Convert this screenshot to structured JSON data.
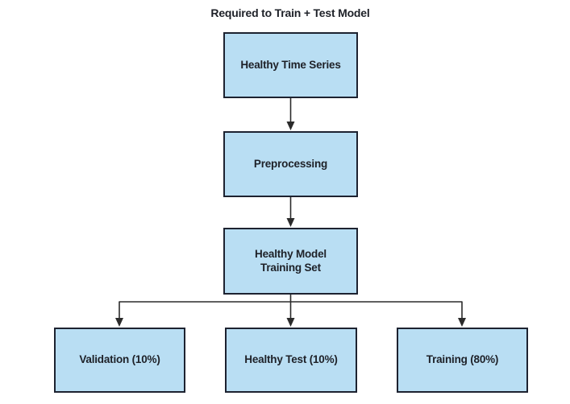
{
  "diagram": {
    "title": "Required to Train + Test Model",
    "nodes": [
      {
        "id": "healthy-time-series",
        "label": "Healthy Time Series"
      },
      {
        "id": "preprocessing",
        "label": "Preprocessing"
      },
      {
        "id": "healthy-model-training-set",
        "label": "Healthy Model\nTraining Set"
      },
      {
        "id": "validation",
        "label": "Validation (10%)"
      },
      {
        "id": "healthy-test",
        "label": "Healthy Test (10%)"
      },
      {
        "id": "training",
        "label": "Training (80%)"
      }
    ],
    "edges": [
      {
        "from": "healthy-time-series",
        "to": "preprocessing"
      },
      {
        "from": "preprocessing",
        "to": "healthy-model-training-set"
      },
      {
        "from": "healthy-model-training-set",
        "to": "validation"
      },
      {
        "from": "healthy-model-training-set",
        "to": "healthy-test"
      },
      {
        "from": "healthy-model-training-set",
        "to": "training"
      }
    ],
    "colors": {
      "node_fill": "#b9def3",
      "node_border": "#1d2230",
      "connector": "#2b2b2b",
      "text": "#1e2128",
      "background": "#ffffff"
    }
  }
}
